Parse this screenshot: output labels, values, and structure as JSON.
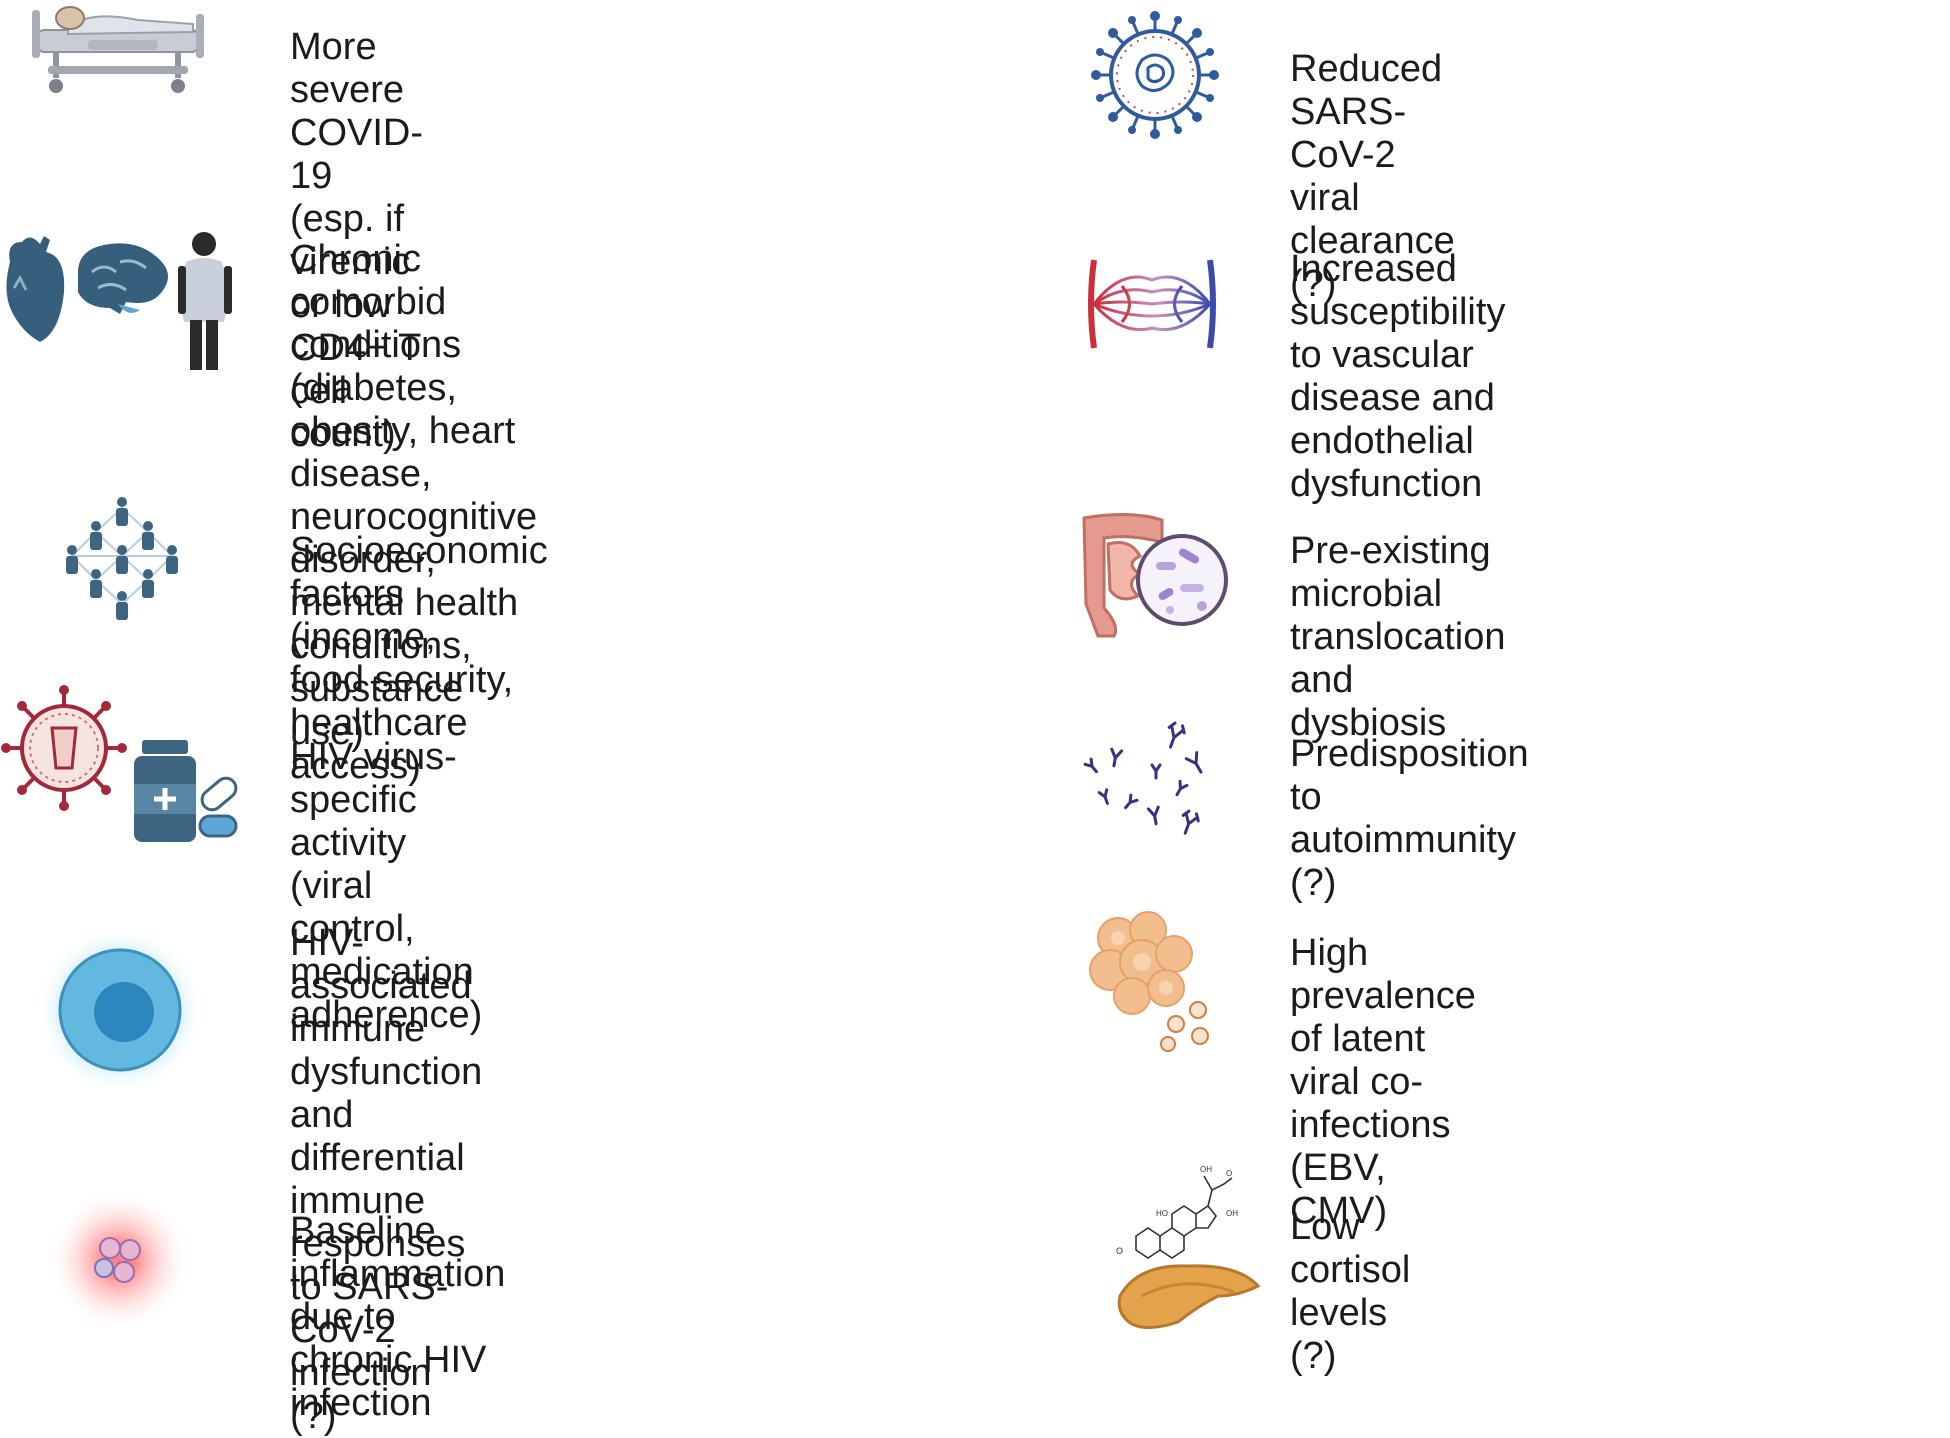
{
  "left": [
    {
      "id": "severe-covid",
      "icon": "hospital-bed-icon",
      "text": "More severe COVID-19 (esp. if viremic\nor low CD4+ T cell count)"
    },
    {
      "id": "comorbid",
      "icon": "heart-brain-person-icon",
      "text": "Chronic comorbid conditions (diabetes,\nobesity, heart disease, neurocognitive\ndisorder, mental health conditions,\nsubstance use)"
    },
    {
      "id": "socioeconomic",
      "icon": "people-network-icon",
      "text": "Socioeconomic factors (income,\nfood security, healthcare access)"
    },
    {
      "id": "hiv-activity",
      "icon": "hiv-virus-medication-icon",
      "text": "HIV virus-specific activity (viral\ncontrol, medication adherence)"
    },
    {
      "id": "immune-dysfunction",
      "icon": "immune-cell-icon",
      "text": "HIV-associated immune\ndysfunction and differential\nimmune responses to SARS-CoV-2\ninfection (?)"
    },
    {
      "id": "inflammation",
      "icon": "inflamed-cells-icon",
      "text": "Baseline inflammation due to\nchronic HIV infection"
    }
  ],
  "right": [
    {
      "id": "viral-clearance",
      "icon": "coronavirus-icon",
      "text": "Reduced SARS-CoV-2 viral clearance (?)"
    },
    {
      "id": "vascular",
      "icon": "capillary-network-icon",
      "text": "Increased susceptibility to vascular\ndisease and endothelial dysfunction"
    },
    {
      "id": "microbial",
      "icon": "intestine-microbiome-icon",
      "text": "Pre-existing microbial\ntranslocation and dysbiosis"
    },
    {
      "id": "autoimmunity",
      "icon": "antibodies-icon",
      "text": "Predisposition to autoimmunity (?)"
    },
    {
      "id": "latent-infections",
      "icon": "infected-cells-virus-icon",
      "text": "High prevalence of latent viral co-\ninfections (EBV, CMV)"
    },
    {
      "id": "cortisol",
      "icon": "cortisol-adrenal-icon",
      "text": "Low cortisol levels (?)"
    }
  ],
  "colors": {
    "text": "#1b1b1b",
    "steel_blue": "#3d6582",
    "virus_blue": "#2f5a9e",
    "hiv_red": "#a3283a",
    "immune_cyan": "#5eb9e3",
    "inflammation_red": "#ff6e6e",
    "artery_red": "#c8303a",
    "vein_blue": "#3c4cad",
    "gut_pink": "#e49a8e",
    "antibody_purple": "#3b2f86",
    "cell_peach": "#f3be8e",
    "adrenal_orange": "#e3a24c"
  }
}
